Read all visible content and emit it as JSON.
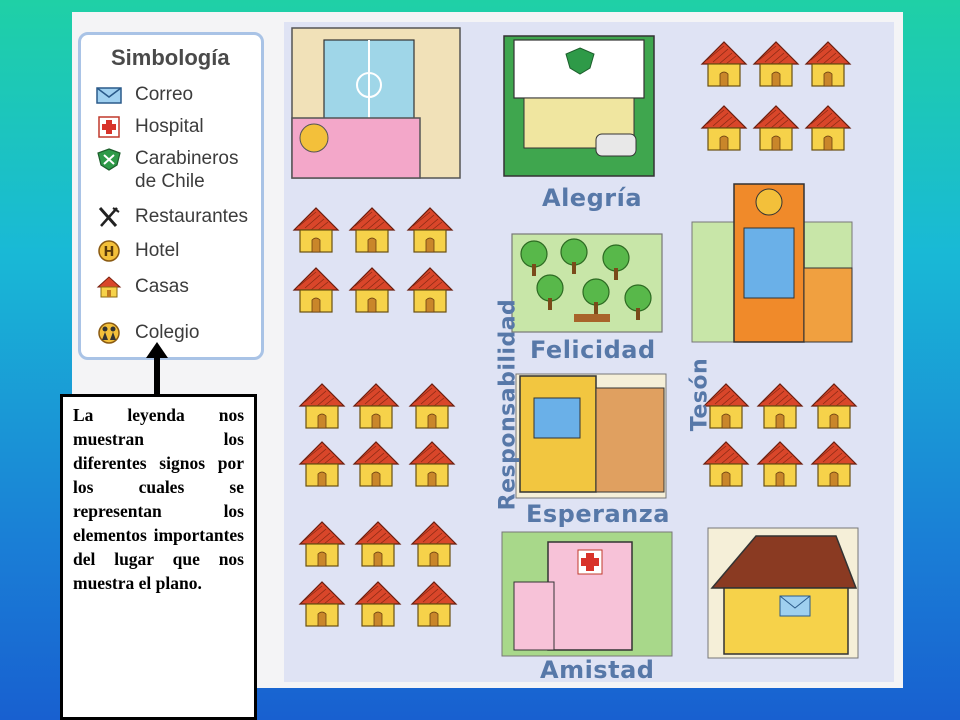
{
  "legend": {
    "title": "Simbología",
    "items": [
      {
        "label": "Correo",
        "icon": "envelope-icon"
      },
      {
        "label": "Hospital",
        "icon": "hospital-cross-icon"
      },
      {
        "label": "Carabineros de Chile",
        "label_lines": [
          "Carabineros",
          "de Chile"
        ],
        "icon": "police-badge-icon"
      },
      {
        "label": "Restaurantes",
        "icon": "fork-knife-icon"
      },
      {
        "label": "Hotel",
        "icon": "hotel-h-icon"
      },
      {
        "label": "Casas",
        "icon": "house-icon"
      },
      {
        "label": "Colegio",
        "icon": "school-children-icon"
      }
    ]
  },
  "map": {
    "streets": {
      "alegria": "Alegría",
      "felicidad": "Felicidad",
      "esperanza": "Esperanza",
      "amistad": "Amistad",
      "responsabilidad": "Responsabilidad",
      "teson": "Tesón"
    }
  },
  "caption": {
    "text": "La leyenda nos muestran los diferentes signos por los cuales se representan los elementos importantes del lugar que nos muestra el plano."
  },
  "colors": {
    "roof_red": "#d9462a",
    "house_yellow": "#f6d24a",
    "street_text": "#5778a8",
    "legend_border": "#a9c3e6"
  }
}
